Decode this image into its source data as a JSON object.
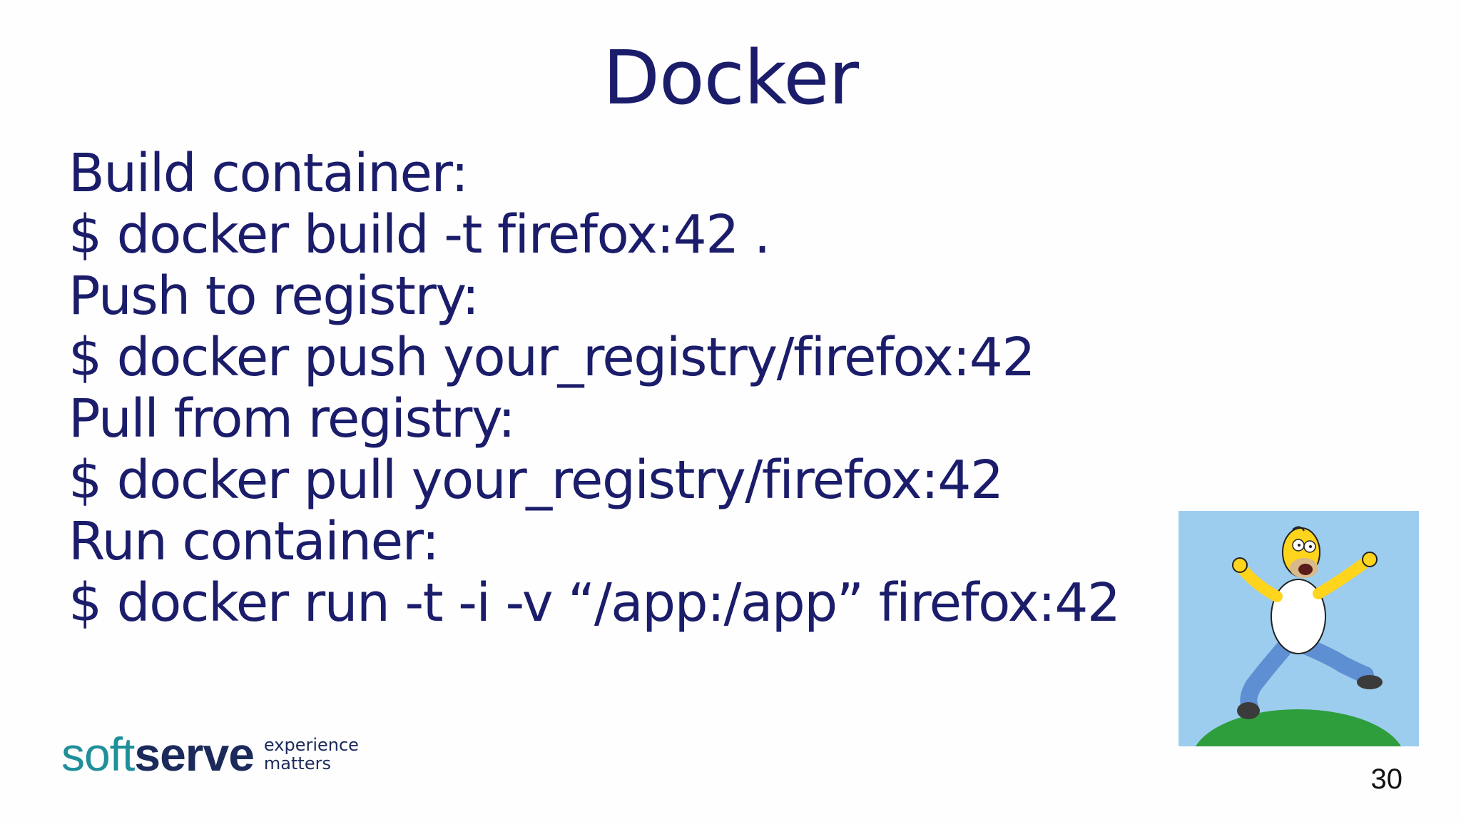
{
  "slide": {
    "title": "Docker",
    "lines": [
      "Build container:",
      "$ docker build -t firefox:42 .",
      "Push to registry:",
      "$ docker push your_registry/firefox:42",
      "Pull from registry:",
      "$ docker pull your_registry/firefox:42",
      "Run container:",
      "$ docker run -t -i -v “/app:/app” firefox:42"
    ],
    "page_number": "30"
  },
  "logo": {
    "brand_part1": "soft",
    "brand_part2": "serve",
    "tagline_line1": "experience",
    "tagline_line2": "matters"
  },
  "colors": {
    "text": "#1b1d6b",
    "logo_teal": "#1f8f9a",
    "logo_navy": "#1b2a5a",
    "picture_sky": "#9ccdee",
    "picture_hill": "#2e9e3c"
  },
  "illustration": {
    "icon": "running-cartoon-character"
  }
}
